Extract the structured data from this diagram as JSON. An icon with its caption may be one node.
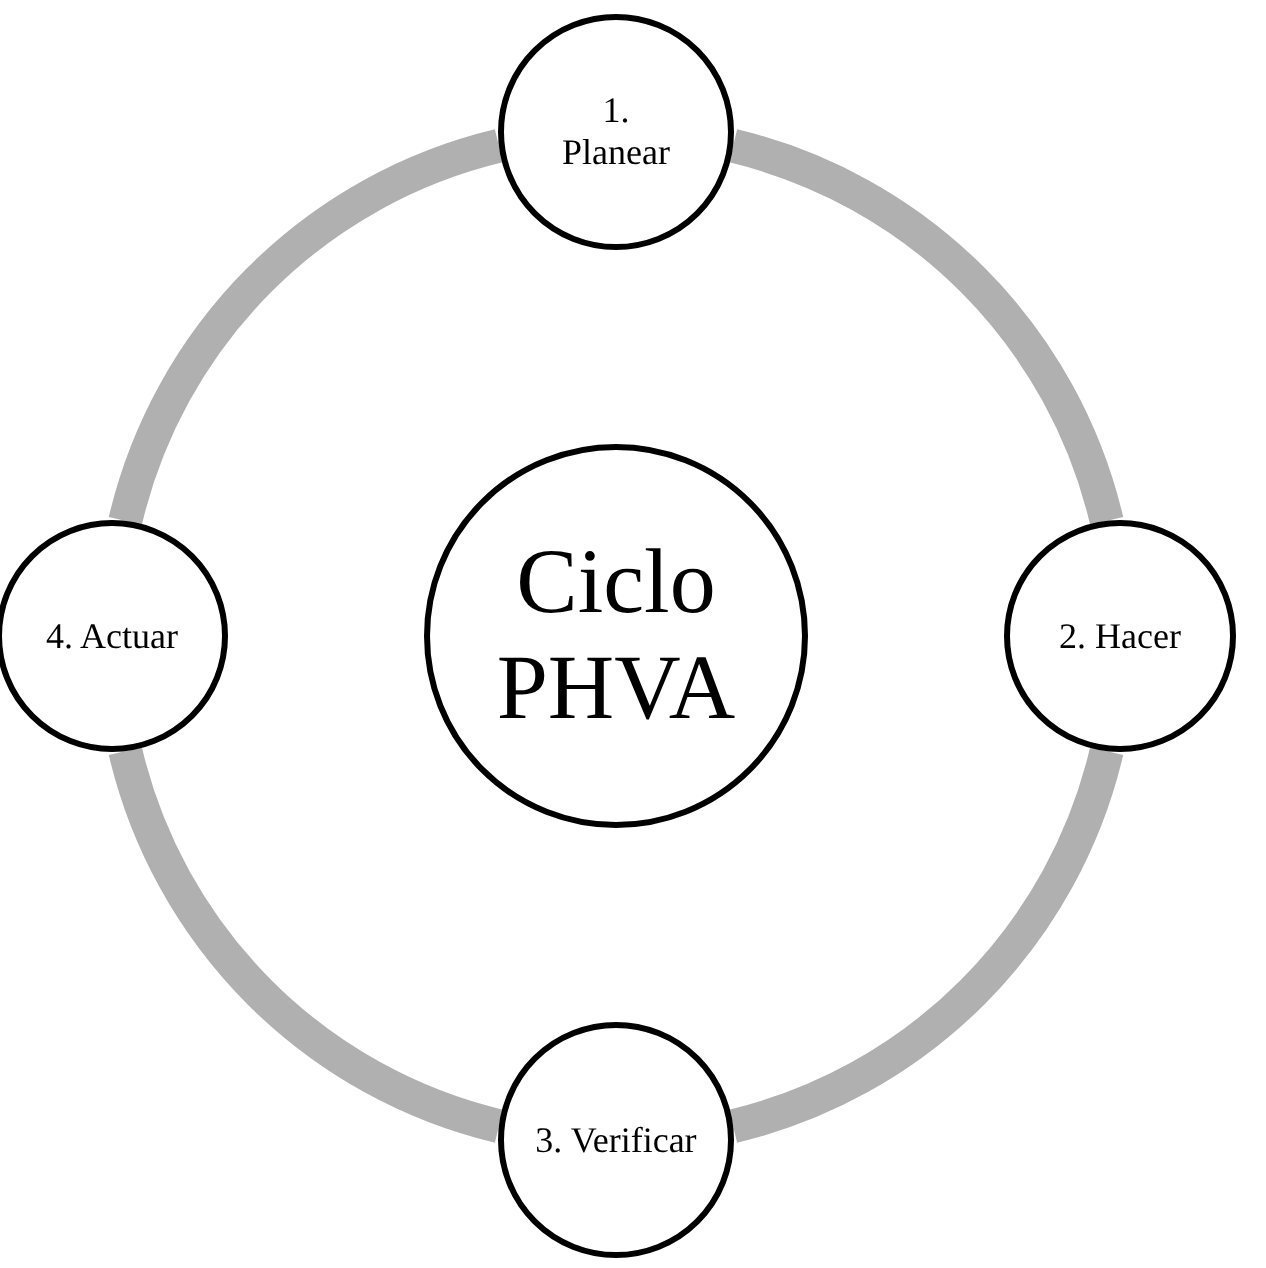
{
  "diagram": {
    "nodes": [
      {
        "text": [
          "1. Planear"
        ]
      },
      {
        "text": [
          "4. Actuar"
        ]
      },
      {
        "text": [
          "Ciclo PHVA"
        ]
      },
      {
        "text": [
          "2. Hacer"
        ]
      },
      {
        "text": [
          "3. Verificar"
        ]
      }
    ],
    "edges": [
      {
        "from": 0,
        "to": 3,
        "arrow": "none"
      },
      {
        "from": 3,
        "to": 4,
        "arrow": "none"
      },
      {
        "from": 4,
        "to": 1,
        "arrow": "none"
      },
      {
        "from": 1,
        "to": 0,
        "arrow": "none"
      }
    ]
  }
}
